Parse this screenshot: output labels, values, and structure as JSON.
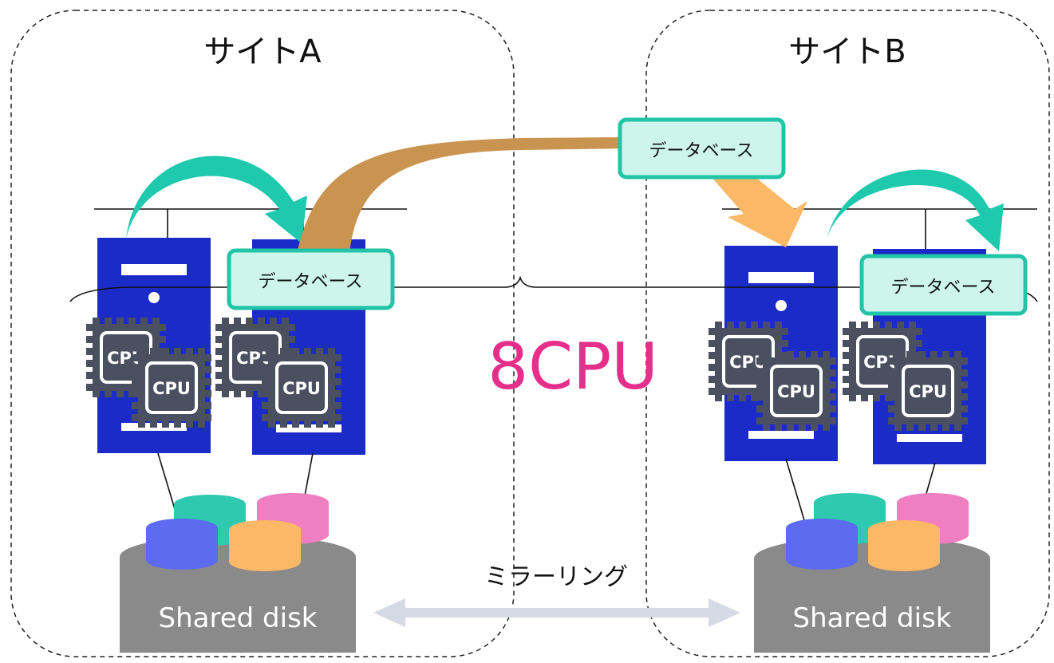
{
  "sites": [
    {
      "title": "サイトA"
    },
    {
      "title": "サイトB"
    }
  ],
  "database_label": "データベース",
  "cpu_label": "CPU",
  "cpu_total_label": "8CPU",
  "shared_disk_label": "Shared disk",
  "mirroring_label": "ミラーリング",
  "colors": {
    "server": "#1a2bc8",
    "cpu_chip": "#4a5060",
    "db_box_fill": "#cdf5ec",
    "db_box_stroke": "#22c4a8",
    "cpu_total_text": "#e62e8b",
    "disk_base": "#8a8a8a",
    "arrow_teal": "#1fc9ae",
    "arrow_tan": "#c99350",
    "arrow_orange": "#fbb866",
    "mirror_arrow": "#d6dae4"
  }
}
